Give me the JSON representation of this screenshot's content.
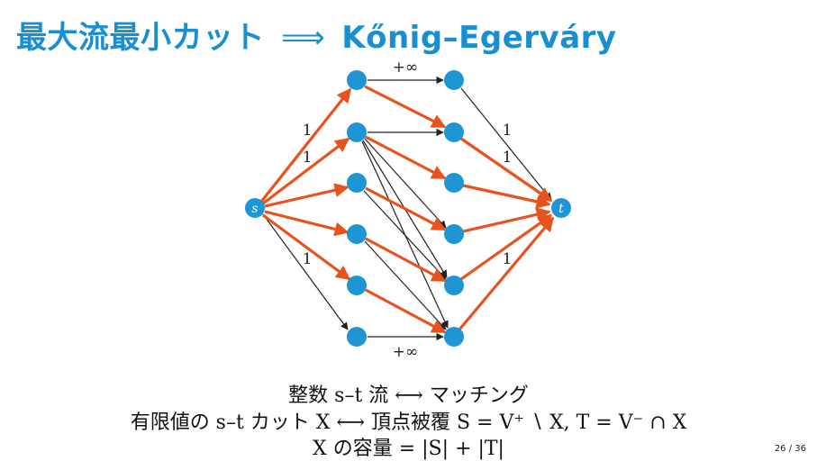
{
  "title": {
    "left": "最大流最小カット",
    "arrow": "⟹",
    "right": "Kőnig–Egerváry"
  },
  "colors": {
    "accent": "#1a8fd0",
    "node": "#1f96d4",
    "highlight": "#e8521c",
    "edge": "#222222"
  },
  "graph": {
    "source_label": "s",
    "sink_label": "t",
    "capacity_one": "1",
    "capacity_inf": "+∞"
  },
  "caption": {
    "line1": "整数 s–t 流 ⟷ マッチング",
    "line2": "有限値の s–t カット X ⟷ 頂点被覆 S = V⁺ ∖ X, T = V⁻ ∩ X",
    "line3": "X の容量 = |S| + |T|"
  },
  "page": {
    "number": "26 / 36"
  }
}
